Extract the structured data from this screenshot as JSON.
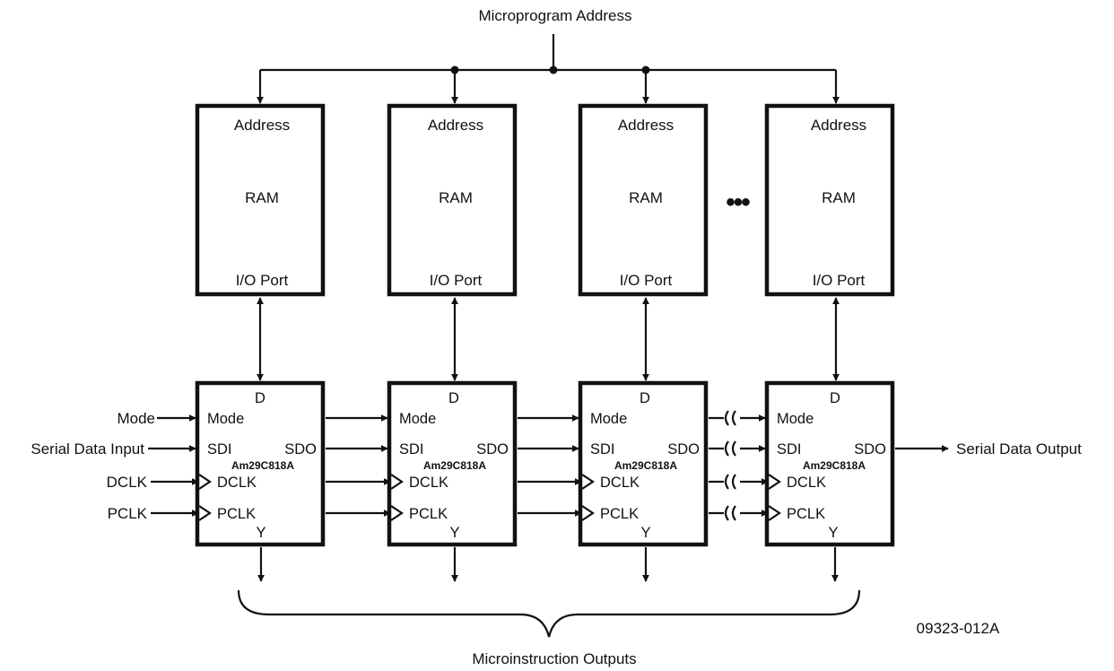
{
  "top_label": "Microprogram Address",
  "bottom_label": "Microinstruction Outputs",
  "figure_number": "09323-012A",
  "continuation_dots": "•••",
  "ram": {
    "address_label": "Address",
    "ram_label": "RAM",
    "io_label": "I/O Port"
  },
  "chip": {
    "d_pin": "D",
    "mode_pin": "Mode",
    "sdi_pin": "SDI",
    "sdo_pin": "SDO",
    "part_number": "Am29C818A",
    "dclk_pin": "DCLK",
    "pclk_pin": "PCLK",
    "y_pin": "Y"
  },
  "inputs": {
    "mode": "Mode",
    "serial_in": "Serial Data Input",
    "dclk": "DCLK",
    "pclk": "PCLK"
  },
  "outputs": {
    "serial_out": "Serial Data Output"
  }
}
